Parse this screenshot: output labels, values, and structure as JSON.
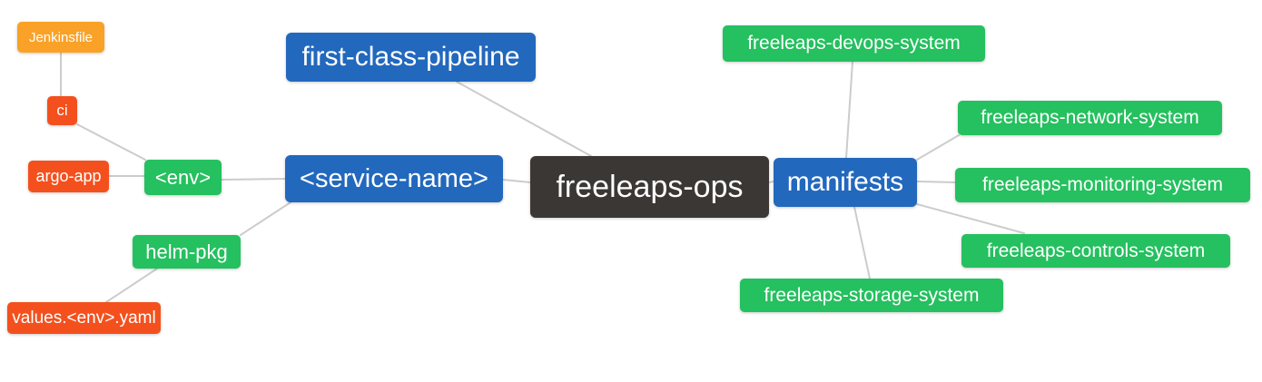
{
  "diagram": {
    "type": "mindmap",
    "title": "freeleaps-ops repository structure mind map",
    "colors": {
      "background": "#ffffff",
      "root_node": "#3b3734",
      "branch_node_blue": "#2268bd",
      "leaf_node_green": "#25c05f",
      "leaf_node_red": "#f4501e",
      "leaf_node_orange": "#f9a227",
      "edge_line": "#cccccc",
      "node_text": "#ffffff"
    },
    "nodes": {
      "root": {
        "label": "freeleaps-ops",
        "level": "root"
      },
      "first_class_pipeline": {
        "label": "first-class-pipeline",
        "level": "branch"
      },
      "service_name": {
        "label": "<service-name>",
        "level": "branch"
      },
      "manifests": {
        "label": "manifests",
        "level": "branch"
      },
      "env": {
        "label": "<env>",
        "level": "leaf-green"
      },
      "helm_pkg": {
        "label": "helm-pkg",
        "level": "leaf-green"
      },
      "ci": {
        "label": "ci",
        "level": "leaf-red"
      },
      "argo_app": {
        "label": "argo-app",
        "level": "leaf-red"
      },
      "values_env_yaml": {
        "label": "values.<env>.yaml",
        "level": "leaf-red"
      },
      "jenkinsfile": {
        "label": "Jenkinsfile",
        "level": "leaf-orange"
      },
      "devops_system": {
        "label": "freeleaps-devops-system",
        "level": "leaf-green"
      },
      "network_system": {
        "label": "freeleaps-network-system",
        "level": "leaf-green"
      },
      "monitoring_system": {
        "label": "freeleaps-monitoring-system",
        "level": "leaf-green"
      },
      "controls_system": {
        "label": "freeleaps-controls-system",
        "level": "leaf-green"
      },
      "storage_system": {
        "label": "freeleaps-storage-system",
        "level": "leaf-green"
      }
    },
    "edges": [
      [
        "jenkinsfile",
        "ci"
      ],
      [
        "ci",
        "env"
      ],
      [
        "argo_app",
        "env"
      ],
      [
        "env",
        "service_name"
      ],
      [
        "helm_pkg",
        "service_name"
      ],
      [
        "values_env_yaml",
        "helm_pkg"
      ],
      [
        "service_name",
        "root"
      ],
      [
        "first_class_pipeline",
        "root"
      ],
      [
        "root",
        "manifests"
      ],
      [
        "manifests",
        "devops_system"
      ],
      [
        "manifests",
        "network_system"
      ],
      [
        "manifests",
        "monitoring_system"
      ],
      [
        "manifests",
        "controls_system"
      ],
      [
        "manifests",
        "storage_system"
      ]
    ]
  }
}
